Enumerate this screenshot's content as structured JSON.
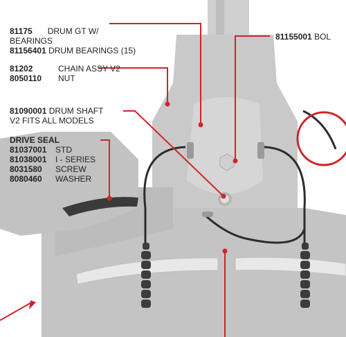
{
  "accent_color": "#d2232a",
  "labels": {
    "drum": {
      "pn1": "81175",
      "desc1a": "DRUM GT W/",
      "desc1b": "BEARINGS",
      "pn2": "81156401",
      "desc2": "DRUM BEARINGS (15)"
    },
    "bolt": {
      "pn": "81155001",
      "desc": "BOL"
    },
    "chain": {
      "pn1": "81202",
      "desc1": "CHAIN ASSY V2",
      "pn2": "8050110",
      "desc2": "NUT"
    },
    "shaft": {
      "pn": "81090001",
      "desc": "DRUM SHAFT",
      "note": "V2 FITS ALL MODELS"
    },
    "seal": {
      "title": "DRIVE SEAL",
      "items": [
        {
          "pn": "81037001",
          "desc": "STD"
        },
        {
          "pn": "81038001",
          "desc": "I - SERIES"
        },
        {
          "pn": "8031580",
          "desc": "SCREW"
        },
        {
          "pn": "8080460",
          "desc": "WASHER"
        }
      ]
    }
  }
}
